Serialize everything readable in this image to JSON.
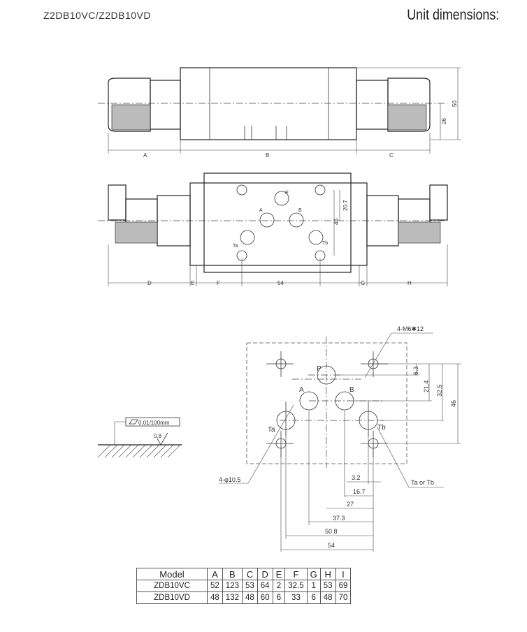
{
  "header": {
    "model_title": "Z2DB10VC/Z2DB10VD",
    "section_title": "Unit dimensions:"
  },
  "top_view": {
    "labels": {
      "a": "A",
      "b": "B",
      "c": "C"
    },
    "height": "50",
    "half_height": "26"
  },
  "front_view": {
    "labels": {
      "d": "D",
      "e": "E",
      "f": "F",
      "w": "54",
      "g": "G",
      "h": "H"
    },
    "p": "P",
    "a": "A",
    "b": "B",
    "ta": "Ta",
    "tb": "Tb",
    "dim1": "20.7",
    "dim2": "46"
  },
  "mounting_face": {
    "thread_callout": "4-M6✱12",
    "bore_callout": "4-φ10.5",
    "port_callout": "Ta or Tb",
    "ports": {
      "p": "P",
      "a": "A",
      "b": "B",
      "ta": "Ta",
      "tb": "Tb"
    },
    "vertical_dims": [
      "6.3",
      "21.4",
      "32.5",
      "46"
    ],
    "horizontal_dims": [
      "3.2",
      "16.7",
      "27",
      "37.3",
      "50.8",
      "54"
    ],
    "flatness": "0.01/100mm",
    "roughness": "0.8"
  },
  "table": {
    "headers": [
      "Model",
      "A",
      "B",
      "C",
      "D",
      "E",
      "F",
      "G",
      "H",
      "I"
    ],
    "rows": [
      [
        "ZDB10VC",
        "52",
        "123",
        "53",
        "64",
        "2",
        "32.5",
        "1",
        "53",
        "69"
      ],
      [
        "ZDB10VD",
        "48",
        "132",
        "48",
        "60",
        "6",
        "33",
        "6",
        "48",
        "70"
      ]
    ]
  }
}
